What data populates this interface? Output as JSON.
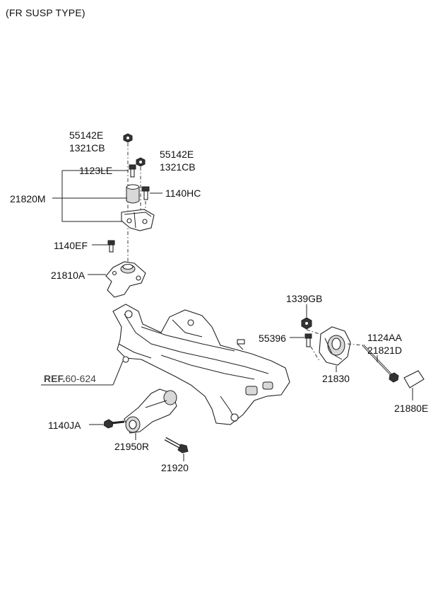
{
  "header": {
    "title": "(FR SUSP TYPE)"
  },
  "labels": {
    "p55142e_a": "55142E",
    "p1321cb_a": "1321CB",
    "p55142e_b": "55142E",
    "p1321cb_b": "1321CB",
    "p1123le": "1123LE",
    "p21820m": "21820M",
    "p1140hc": "1140HC",
    "p1140ef": "1140EF",
    "p21810a": "21810A",
    "p1339gb": "1339GB",
    "p55396": "55396",
    "p1124aa": "1124AA",
    "p21821d": "21821D",
    "p21830": "21830",
    "p21880e": "21880E",
    "ref_prefix": "REF.",
    "ref_num": "60-624",
    "p1140ja": "1140JA",
    "p21950r": "21950R",
    "p21920": "21920"
  }
}
